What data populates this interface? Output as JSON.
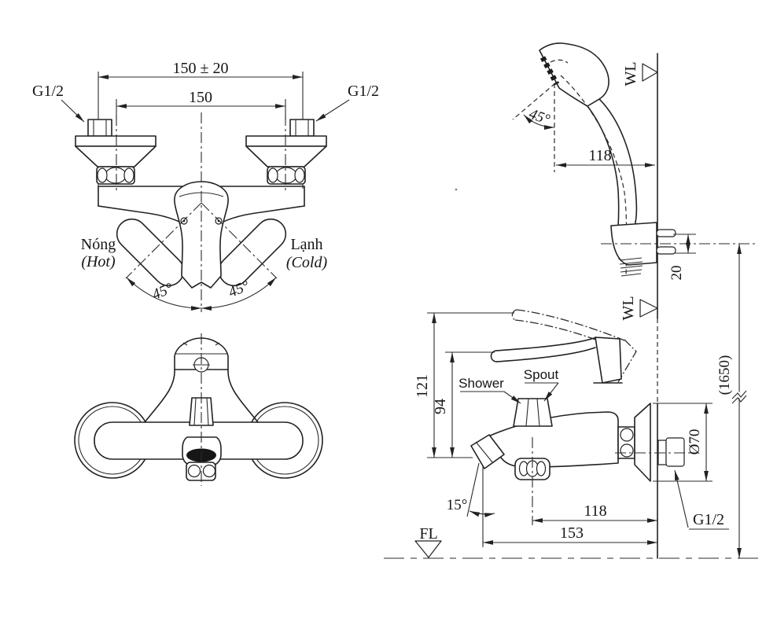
{
  "front_view": {
    "dim_overall": "150 ± 20",
    "dim_centers": "150",
    "thread_left": "G1/2",
    "thread_right": "G1/2",
    "hot": "Nóng",
    "hot_sub": "(Hot)",
    "cold": "Lạnh",
    "cold_sub": "(Cold)",
    "angle_left": "45°",
    "angle_right": "45°"
  },
  "side_view": {
    "head_angle": "45°",
    "dim_head_offset": "118",
    "wl_upper": "WL",
    "dim_holder": "20",
    "wl_lower": "WL",
    "dim_handle_up": "121",
    "dim_handle_down": "94",
    "label_shower": "Shower",
    "label_spout": "Spout",
    "spout_angle": "15°",
    "dim_outlet_offset": "118",
    "dim_spout_reach": "153",
    "fl": "FL",
    "dim_mount_height": "(1650)",
    "dim_flange": "Ø70",
    "thread_wall": "G1/2"
  }
}
